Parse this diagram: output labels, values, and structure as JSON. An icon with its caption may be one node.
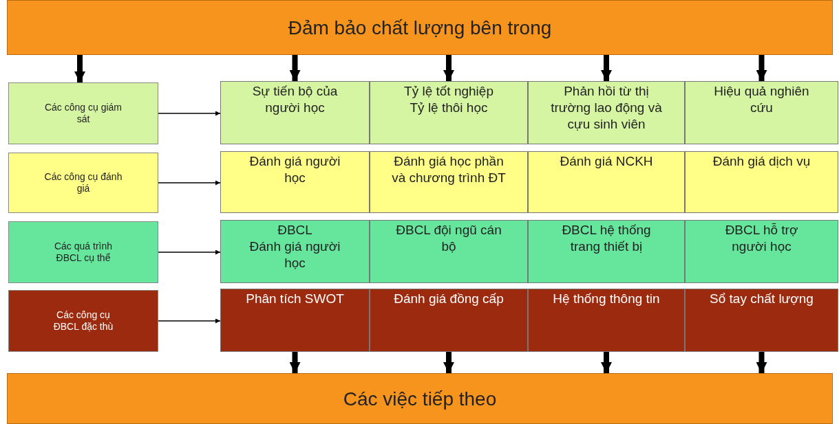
{
  "diagram": {
    "nodes": [
      {
        "text": [
          "Đảm bảo chất lượng bên trong"
        ]
      },
      {
        "text": [
          "Các công cụ giám sát"
        ]
      },
      {
        "text": [
          "Sự tiến bộ của người học"
        ]
      },
      {
        "text": [
          "Tỷ lệ tốt nghiệp",
          "Tỷ lệ thôi học"
        ]
      },
      {
        "text": [
          "Phản hồi từ thị trường lao động và cựu sinh viên"
        ]
      },
      {
        "text": [
          "Hiệu quả nghiên cứu"
        ]
      },
      {
        "text": [
          "Các công cụ đánh giá"
        ]
      },
      {
        "text": [
          "Đánh giá người học"
        ]
      },
      {
        "text": [
          "Đánh giá học phần và chương trình ĐT"
        ]
      },
      {
        "text": [
          "Đánh giá NCKH"
        ]
      },
      {
        "text": [
          "Đánh giá dịch vụ"
        ]
      },
      {
        "text": [
          "Các quá trình ĐBCL cụ thể"
        ]
      },
      {
        "text": [
          "ĐBCL",
          "Đánh giá người học"
        ]
      },
      {
        "text": [
          "ĐBCL đội ngũ cán bộ"
        ]
      },
      {
        "text": [
          "ĐBCL hệ thống trang thiết bị"
        ]
      },
      {
        "text": [
          "ĐBCL hỗ trợ người học"
        ]
      },
      {
        "text": [
          "Các công cụ ĐBCL đặc thù"
        ]
      },
      {
        "text": [
          "Phân tích SWOT"
        ]
      },
      {
        "text": [
          "Đánh giá đồng cấp"
        ]
      },
      {
        "text": [
          "Hệ thống thông tin"
        ]
      },
      {
        "text": [
          "Sổ tay chất lượng"
        ]
      },
      {
        "text": [
          "Các việc tiếp theo"
        ]
      }
    ],
    "edges": [
      {
        "from": 0,
        "to": 1,
        "arrow": "to"
      },
      {
        "from": 0,
        "to": 2,
        "arrow": "to"
      },
      {
        "from": 0,
        "to": 3,
        "arrow": "to"
      },
      {
        "from": 0,
        "to": 4,
        "arrow": "to"
      },
      {
        "from": 0,
        "to": 5,
        "arrow": "to"
      },
      {
        "from": 1,
        "to": 2,
        "arrow": "to"
      },
      {
        "from": 6,
        "to": 7,
        "arrow": "to"
      },
      {
        "from": 11,
        "to": 12,
        "arrow": "to"
      },
      {
        "from": 16,
        "to": 17,
        "arrow": "to"
      },
      {
        "from": 17,
        "to": 21,
        "arrow": "to"
      },
      {
        "from": 18,
        "to": 21,
        "arrow": "to"
      },
      {
        "from": 19,
        "to": 21,
        "arrow": "to"
      },
      {
        "from": 20,
        "to": 21,
        "arrow": "to"
      }
    ]
  }
}
